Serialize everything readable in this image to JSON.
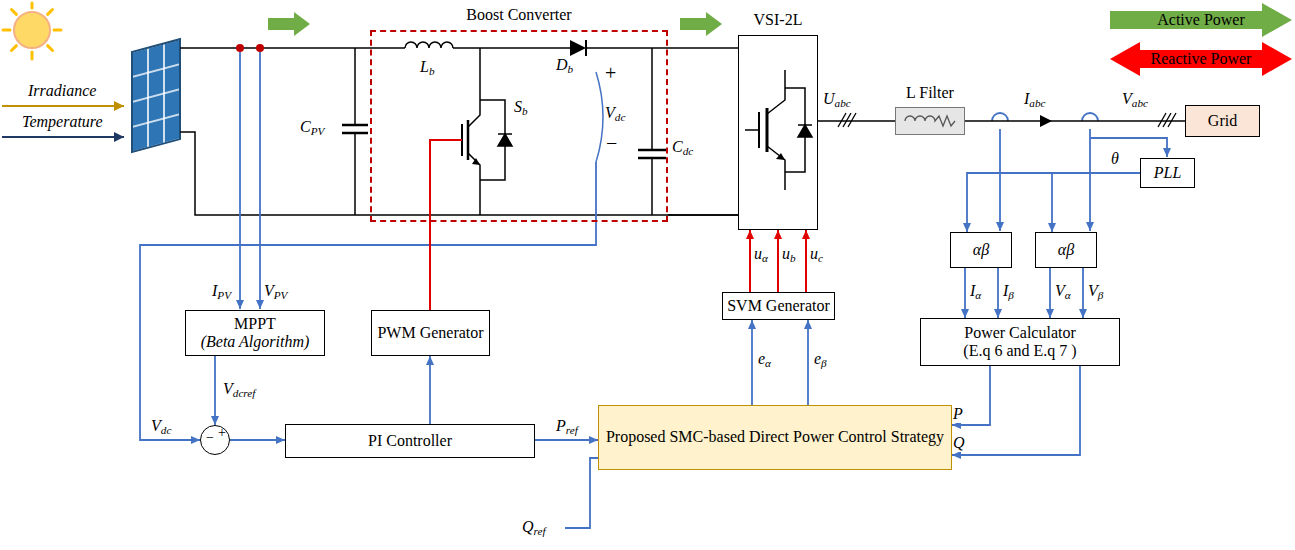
{
  "diagram": {
    "nodes": [
      {
        "text": [
          "Boost Converter"
        ]
      },
      {
        "text": [
          "VSI-2L"
        ]
      },
      {
        "text": [
          "L Filter"
        ]
      },
      {
        "text": [
          "Grid"
        ]
      },
      {
        "text": [
          "PLL"
        ]
      },
      {
        "text": [
          "αβ"
        ]
      },
      {
        "text": [
          "αβ"
        ]
      },
      {
        "text": [
          "MPPT",
          "(Beta Algorithm)"
        ]
      },
      {
        "text": [
          "PWM Generator"
        ]
      },
      {
        "text": [
          "SVM Generator"
        ]
      },
      {
        "text": [
          "Power Calculator",
          "(E.q 6 and E.q 7 )"
        ]
      },
      {
        "text": [
          "+",
          "−"
        ]
      },
      {
        "text": [
          "PI Controller"
        ]
      },
      {
        "text": [
          "Proposed SMC-based Direct Power Control Strategy"
        ]
      }
    ],
    "edges": [
      {
        "from": 0,
        "to": 1,
        "arrow": "none"
      },
      {
        "from": 1,
        "to": 2,
        "arrow": "none",
        "label": "Uabc"
      },
      {
        "from": 2,
        "to": 3,
        "arrow": "none"
      },
      {
        "from": 4,
        "to": 5,
        "arrow": "to",
        "label": "θ"
      },
      {
        "from": 4,
        "to": 6,
        "arrow": "to"
      },
      {
        "from": 5,
        "to": 10,
        "arrow": "to",
        "label": "Iα"
      },
      {
        "from": 5,
        "to": 10,
        "arrow": "to",
        "label": "Iβ"
      },
      {
        "from": 6,
        "to": 10,
        "arrow": "to",
        "label": "Vα"
      },
      {
        "from": 6,
        "to": 10,
        "arrow": "to",
        "label": "Vβ"
      },
      {
        "from": 10,
        "to": 13,
        "arrow": "to",
        "label": "P"
      },
      {
        "from": 10,
        "to": 13,
        "arrow": "to",
        "label": "Q"
      },
      {
        "from": 13,
        "to": 9,
        "arrow": "to",
        "label": "eα"
      },
      {
        "from": 13,
        "to": 9,
        "arrow": "to",
        "label": "eβ"
      },
      {
        "from": 9,
        "to": 1,
        "arrow": "to",
        "label": "uα"
      },
      {
        "from": 9,
        "to": 1,
        "arrow": "to",
        "label": "ub"
      },
      {
        "from": 9,
        "to": 1,
        "arrow": "to",
        "label": "uc"
      },
      {
        "from": 7,
        "to": 11,
        "arrow": "to",
        "label": "Vdcref"
      },
      {
        "from": 0,
        "to": 11,
        "arrow": "to",
        "label": "Vdc"
      },
      {
        "from": 11,
        "to": 12,
        "arrow": "to"
      },
      {
        "from": 12,
        "to": 8,
        "arrow": "to"
      },
      {
        "from": 12,
        "to": 13,
        "arrow": "to",
        "label": "Pref"
      },
      {
        "from": 8,
        "to": 0,
        "arrow": "none"
      }
    ],
    "labels": [
      "Irradiance",
      "Temperature",
      "CPV",
      "Lb",
      "Sb",
      "Db",
      "+",
      "Vdc",
      "−",
      "Cdc",
      "Iabc",
      "Vabc",
      "IPV",
      "VPV",
      "Qref"
    ],
    "legend": [
      {
        "text": "Active Power",
        "color": "#70ad47"
      },
      {
        "text": "Reactive Power",
        "color": "#ff0000"
      }
    ]
  }
}
